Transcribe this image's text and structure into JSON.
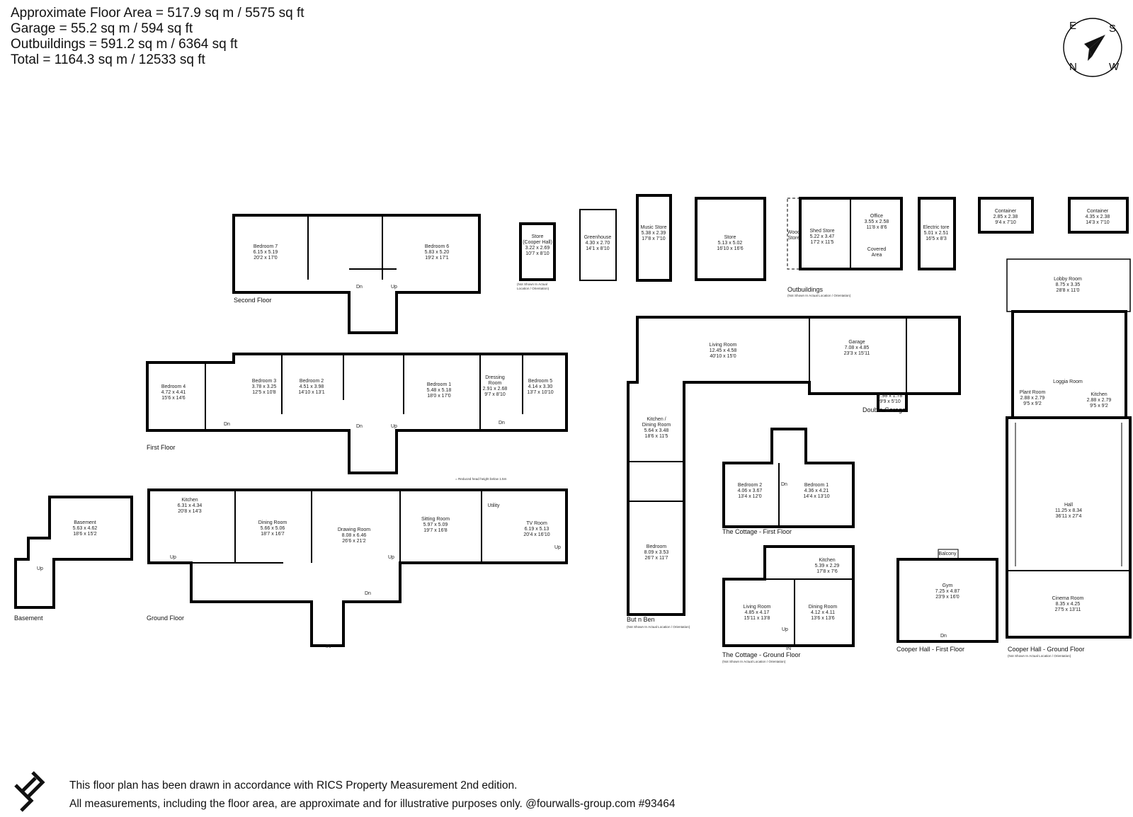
{
  "summary": {
    "floor_area": "Approximate Floor Area = 517.9 sq m / 5575 sq ft",
    "garage": "Garage = 55.2 sq m / 594 sq ft",
    "outbuildings": "Outbuildings = 591.2 sq m / 6364 sq ft",
    "total": "Total = 1164.3 sq m / 12533 sq ft"
  },
  "compass": {
    "e": "E",
    "s": "S",
    "n": "N",
    "w": "W"
  },
  "labels": {
    "second_floor": "Second Floor",
    "first_floor": "First Floor",
    "ground_floor": "Ground Floor",
    "basement": "Basement",
    "outbuildings": "Outbuildings",
    "double_garage": "Double Garage",
    "but_n_ben": "But n Ben",
    "cottage_first": "The Cottage - First Floor",
    "cottage_ground": "The Cottage - Ground Floor",
    "cooper_first": "Cooper Hall - First Floor",
    "cooper_ground": "Cooper Hall - Ground Floor",
    "not_shown": "(Not Shown In Actual Location / Orientation)",
    "not_shown_l1": "(Not Shown In Actual",
    "not_shown_l2": "Location / Orientation)",
    "reduced_head_height": "= Reduced head height below 1.5m",
    "dn": "Dn",
    "up": "Up",
    "in": "IN"
  },
  "rooms": {
    "bedroom7": [
      "Bedroom 7",
      "6.15 x 5.19",
      "20'2 x 17'0"
    ],
    "bedroom6": [
      "Bedroom 6",
      "5.83 x 5.20",
      "19'2 x 17'1"
    ],
    "bedroom4": [
      "Bedroom 4",
      "4.72 x 4.41",
      "15'6 x 14'6"
    ],
    "bedroom3": [
      "Bedroom 3",
      "3.78 x 3.25",
      "12'5 x 10'8"
    ],
    "bedroom2": [
      "Bedroom 2",
      "4.51 x 3.98",
      "14'10 x 13'1"
    ],
    "bedroom1": [
      "Bedroom 1",
      "5.48 x 5.18",
      "18'0 x 17'0"
    ],
    "dressing": [
      "Dressing",
      "Room",
      "2.91 x 2.68",
      "9'7 x 8'10"
    ],
    "bedroom5": [
      "Bedroom 5",
      "4.14 x 3.30",
      "13'7 x 10'10"
    ],
    "basement": [
      "Basement",
      "5.63 x 4.62",
      "18'6 x 15'2"
    ],
    "kitchen": [
      "Kitchen",
      "6.31 x 4.34",
      "20'8 x 14'3"
    ],
    "dining": [
      "Dining Room",
      "5.66 x 5.06",
      "18'7 x 16'7"
    ],
    "drawing": [
      "Drawing Room",
      "8.08 x 6.46",
      "26'6 x 21'2"
    ],
    "sitting": [
      "Sitting Room",
      "5.97 x 5.09",
      "19'7 x 16'8"
    ],
    "utility": [
      "Utility"
    ],
    "tv": [
      "TV Room",
      "6.19 x 5.13",
      "20'4 x 16'10"
    ],
    "store_cooper": [
      "Store",
      "(Cooper Hall)",
      "3.22 x 2.69",
      "10'7 x 8'10"
    ],
    "greenhouse": [
      "Greenhouse",
      "4.30 x 2.70",
      "14'1 x 8'10"
    ],
    "music_store": [
      "Music Store",
      "5.38 x 2.39",
      "17'8 x 7'10"
    ],
    "store": [
      "Store",
      "5.13 x 5.02",
      "16'10 x 16'6"
    ],
    "wood_store": [
      "Wood",
      "Store"
    ],
    "shed_store": [
      "Shed Store",
      "5.22 x 3.47",
      "17'2 x 11'5"
    ],
    "office": [
      "Office",
      "3.55 x 2.58",
      "11'8 x 8'6"
    ],
    "covered": [
      "Covered",
      "Area"
    ],
    "electric": [
      "Electric tore",
      "5.01 x 2.51",
      "16'5 x 8'3"
    ],
    "container1": [
      "Container",
      "2.85 x 2.38",
      "9'4 x 7'10"
    ],
    "container2": [
      "Container",
      "4.35 x 2.38",
      "14'3 x 7'10"
    ],
    "living_bnb": [
      "Living Room",
      "12.45 x 4.58",
      "40'10 x 15'0"
    ],
    "garage": [
      "Garage",
      "7.08 x 4.85",
      "23'3 x 15'11"
    ],
    "garage_small": [
      "2.98 x 1.78",
      "9'9 x 5'10"
    ],
    "kitchen_bnb": [
      "Kitchen /",
      "Dining Room",
      "5.64 x 3.48",
      "18'6 x 11'5"
    ],
    "bedroom_bnb": [
      "Bedroom",
      "8.09 x 3.53",
      "26'7 x 11'7"
    ],
    "cot_bed2": [
      "Bedroom 2",
      "4.06 x 3.67",
      "13'4 x 12'0"
    ],
    "cot_bed1": [
      "Bedroom 1",
      "4.36 x 4.21",
      "14'4 x 13'10"
    ],
    "cot_kitchen": [
      "Kitchen",
      "5.39 x 2.29",
      "17'8 x 7'6"
    ],
    "cot_living": [
      "Living Room",
      "4.85 x 4.17",
      "15'11 x 13'8"
    ],
    "cot_dining": [
      "Dining Room",
      "4.12 x 4.11",
      "13'6 x 13'6"
    ],
    "balcony": [
      "Balcony"
    ],
    "gym": [
      "Gym",
      "7.25 x 4.87",
      "23'9 x 16'0"
    ],
    "lobby": [
      "Lobby Room",
      "8.75 x 3.35",
      "28'8 x 11'0"
    ],
    "loggia": [
      "Loggia Room"
    ],
    "plant": [
      "Plant Room",
      "2.88 x 2.79",
      "9'5 x 9'2"
    ],
    "ch_kitchen": [
      "Kitchen",
      "2.88 x 2.79",
      "9'5 x 9'2"
    ],
    "hall": [
      "Hall",
      "11.25 x 8.34",
      "36'11 x 27'4"
    ],
    "cinema": [
      "Cinema Room",
      "8.35 x 4.25",
      "27'5 x 13'11"
    ]
  },
  "footer": {
    "line1": "This floor plan has been drawn in accordance with RICS Property Measurement 2nd edition.",
    "line2": "All measurements, including the floor area, are approximate and for illustrative purposes only. @fourwalls-group.com #93464"
  }
}
